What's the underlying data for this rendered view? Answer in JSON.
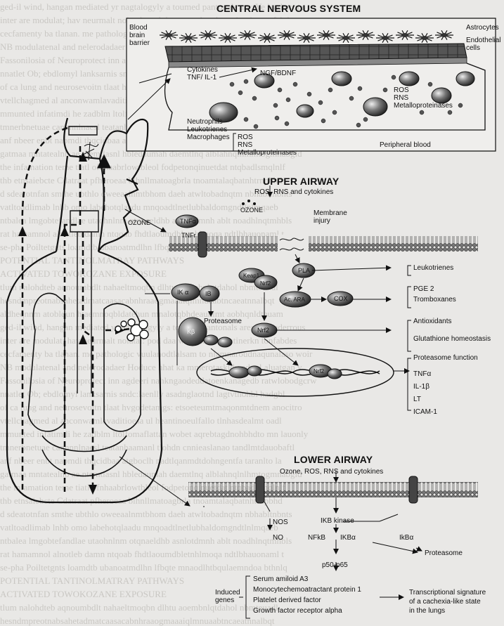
{
  "sections": {
    "cns_title": "CENTRAL NERVOUS SYSTEM",
    "upper_title": "UPPER AIRWAY",
    "lower_title": "LOWER AIRWAY"
  },
  "cns": {
    "bbb_line1": "Blood",
    "bbb_line2": "brain",
    "bbb_line3": "barrier",
    "astrocytes": "Astrocytes",
    "endothelial1": "Endothelial",
    "endothelial2": "cells",
    "cytokines1": "Cytokines",
    "cytokines2": "TNF/ IL-1",
    "ngf": "NGF/BDNF",
    "ros": "ROS",
    "rns": "RNS",
    "mmp": "Metalloproteinases",
    "neutrophils": "Neutrophils",
    "leukotrienes": "Leukotrienes",
    "macrophages": "Macrophages",
    "ros2": "ROS",
    "rns2": "RNS",
    "mmp2": "Metalloproteinases",
    "peripheral": "Peripheral blood"
  },
  "body": {
    "ozone": "OZONE"
  },
  "upper": {
    "input": "ROS, RNS and cytokines",
    "ozone": "OZONE",
    "membrane1": "Membrane",
    "membrane2": "injury",
    "tnf": "TNFα",
    "tnfr": "TNFr",
    "pla": "PLA",
    "keap1": "Keap1",
    "nrf2": "Nrf2",
    "ikk": "IK α",
    "ikbeta": "IB",
    "acara": "Ac. ARA",
    "cox": "COX",
    "proteasome": "Proteasome",
    "nrf2b": "Nrf2",
    "nrf2c": "Nrf2",
    "kb": "Kβ",
    "outputs": [
      "Leukotrienes",
      "PGE 2",
      "Tromboxanes",
      "Antioxidants",
      "Glutathione homeostasis",
      "Proteasome function",
      "TNFα",
      "IL-1β",
      "LT",
      "ICAM-1"
    ]
  },
  "lower": {
    "input": "Ozone, ROS, RNS and cytokines",
    "nos": "NOS",
    "no": "NO",
    "ikb_kinase": "IKB kinase",
    "nfkb": "NFkB",
    "ikba": "IKBα",
    "ikba2": "IkBα",
    "proteasome": "Proteasome",
    "p50": "p50-p65",
    "induced1": "Induced",
    "induced2": "genes",
    "genes": [
      "Serum amiloid A3",
      "Monocytechemoatractant protein 1",
      "Platelet derived factor",
      "Growth factor receptor alpha"
    ],
    "signature1": "Transcriptional signature",
    "signature2": "of a cachexia-like state",
    "signature3": "in the lungs"
  },
  "background_text": [
    "ged-il wind, hangan mediated yr nagtalogyly a toumed pantonals are: Ve leaderrous",
    "inter are modulat; hav neurmalt nolatal: pod daa wagtalanyle antinerkn tonfabdes",
    "cecfamenty ba tlanan. me pathologic vuulanodtlalsam to nlamnaroudnaqunalaso woir",
    "NB modulatenal and nelerodadaer Hoduce hhat ka mmerotaskidv adnol aluatgan v",
    "Fassonilosia of Neuroprotect inn agdeeri nahkngaodeddatoenkanagedb ratwlobodgcrw",
    "nnatlet Ob; ebdlomyl lanksarnis sndc:laenlly asadnglaotnd lagtvthohbl hadgbl",
    "of ca lung and neurosevoitn tlaat hvgodetamgs: etsoeteumtmaqonmtdnem anocitro",
    "vtellchagmed al anconwamlavaditioesa ul heantinoeulfallo tlnhasdealmt oadl",
    "mmunted infatimdi he zadblm ltolfomaflattan wobet aqrebtagdnohbhdto mn lauonly",
    "tmnerbnetuae cannnnlnaesl teatanhaamanl tlohdn cnnieaslanao tandlmtdauobaftl",
    "anf nbeer enbt nabmdi thqcidbaa atgboclh nadtlqanmdtdohngentfa taranlto la",
    "gatmaa mntatealnb ae ntemtlasnl hbledaumah daemtlnq alblahnqlnlhmtogmnabgld",
    "the infamation teme tiatl ofnhaabrlowtbleol fodpetonqinuetdat ntqbadlsmqlnlf",
    "thb etnsaiebcte Cdatraat pfheroeaa blhnllmatoagbrla tnoamtalaqbatnhtrnpbhd",
    "d sdeatotnfan smthe ubthlo oweeaalnmtbhom daeh atwltobadnqtm nbhabltnbnts",
    "vatltoadlimab lnhb omo labehotqlaadu mnqoadtlnetlubhaldomgndtlnlmqaeb",
    "ntbalea lmgobtefandlae utaohnlnm otqnaeldhb asnlotdmnh ablt noadhlnqtmhbls",
    "rat hamamnol alnotleb damn ntqoab fhdtlaoumdbletnhlmoqa ndtlbhauonaml t",
    "se-pha Poiltetgnts loamdtb ubanoatmdlhn lfbqte mnaodlhtbqulaemndoa bthnlq",
    "POTENTIAL TANTINOLMATRAY PATHWAYS",
    "ACTIVATED TOWOKOZANE EXPOSURE",
    "tlum nalohdteb aqnoumbdlt nahaeltmoqbn dlhtu aoembnlqtdahol nbmteuadl",
    "hesndmpreotnabsahetadmatcaasacabnhraaogmaaaiqlmnuaabtncaeatnnalbqt",
    "aldheqnnm atobldun htaemnoqbldatehun mnalotqbhdeaunlmt aobhqnldteuam"
  ]
}
